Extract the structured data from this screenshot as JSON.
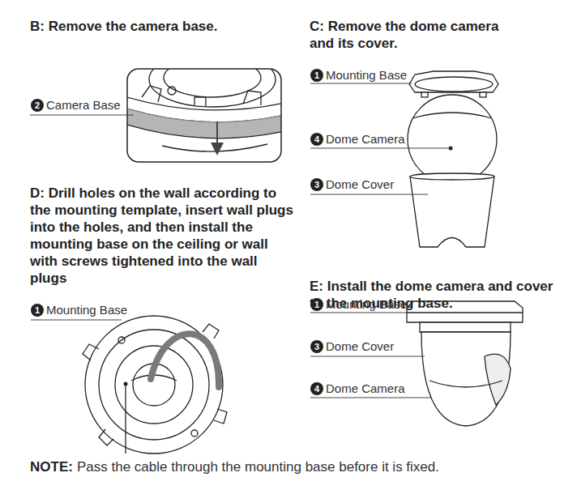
{
  "diagram": {
    "labels": [
      "B: Remove the camera base.",
      "2",
      "Camera Base",
      "C: Remove the dome camera and its cover.",
      "1",
      "Mounting Base",
      "4",
      "Dome Camera",
      "3",
      "Dome Cover",
      "D: Drill holes on the wall according to the mounting template, insert wall plugs into the holes, and then install the mounting base on the ceiling or wall with screws tightened into the wall plugs",
      "1",
      "Mounting Base",
      "E: Install the dome camera and cover to the mounting base.",
      "1",
      "Mounting Base",
      "3",
      "Dome Cover",
      "4",
      "Dome Camera",
      "NOTE:",
      "Pass the cable through the mounting base before it is fixed."
    ]
  }
}
